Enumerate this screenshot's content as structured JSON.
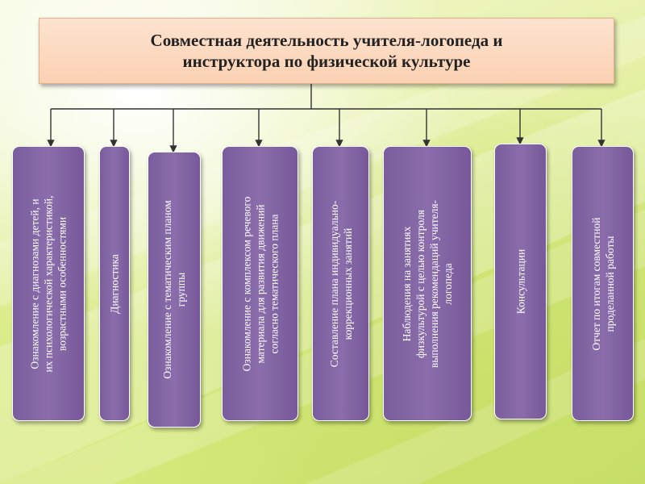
{
  "title": {
    "line1": "Совместная деятельность учителя-логопеда и",
    "line2": "инструктора по физической культуре"
  },
  "items": [
    {
      "lines": [
        "Ознакомление с диагнозами детей, и",
        "их психологической характеристикой,",
        "возрастными особенностями"
      ]
    },
    {
      "lines": [
        "Диагностика"
      ]
    },
    {
      "lines": [
        "Ознакомление с тематическим планом",
        "группы"
      ]
    },
    {
      "lines": [
        "Ознакомление с комплексом речевого",
        "материала для развития движений",
        "согласно тематического плана"
      ]
    },
    {
      "lines": [
        "Составление плана индивидуально-",
        "коррекционных занятий"
      ]
    },
    {
      "lines": [
        "Наблюдения на занятиях",
        "физкультурой с целью контроля",
        "выполнения рекомендаций учителя-",
        "логопеда"
      ]
    },
    {
      "lines": [
        "Консультации"
      ]
    },
    {
      "lines": [
        "Отчет по итогам совместной",
        "проделанной работы"
      ]
    }
  ],
  "colors": {
    "title_fill": "#fbd1b3",
    "card_fill": "#8a6daa",
    "connector": "#333333"
  }
}
